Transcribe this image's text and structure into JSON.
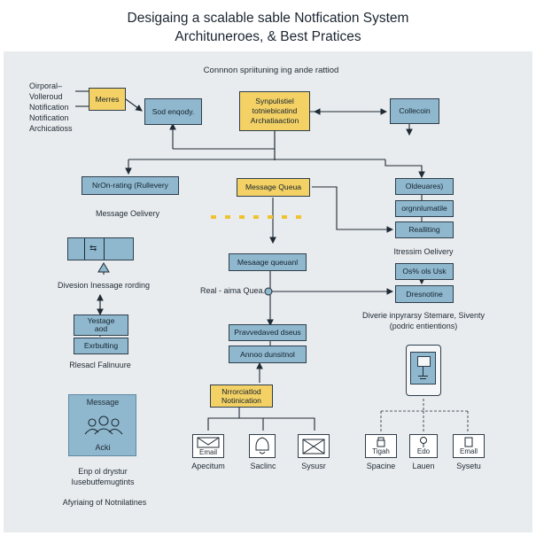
{
  "header": {
    "title_line1": "Desigaing a scalable sable Notfication System",
    "title_line2": "Archituneroes, & Best Pratices"
  },
  "labels": {
    "section_caption": "Connnon spriituning ing ande rattiod",
    "left_list": [
      "Oirporal–",
      "Volleroud",
      "Notification",
      "Notification",
      "Archicatioss"
    ],
    "message_delivery": "Message Oelivery",
    "diversion_routing": "Divesion Inessage rording",
    "real_time_queue": "Real - aima Quea.",
    "retries_failure": "Rlesacl Falinuure",
    "export_line1": "Enp ol drystur",
    "export_line2": "Iusebutfemugtints",
    "afyraining": "Afyriaing of Notnilatines",
    "stream_delivery": "Itressim Oelivery",
    "diverse_line1": "Diverie inpyrarsy Stemare, Siventy",
    "diverse_line2": "(podric entientions)",
    "channels_left": [
      "Apecitum",
      "Saclinc",
      "Sysusr"
    ],
    "channels_right": [
      "Spacine",
      "Lauen",
      "Sysetu"
    ]
  },
  "nodes": {
    "metrics": "Merres",
    "send_endpoint": "Sod enqody.",
    "synthesis": [
      "Synpulistiel",
      "totniebicatind",
      "Archatiaaction"
    ],
    "collection": "Collecoin",
    "routing": "NrOn-rating (Rullevery",
    "message_queue_main": "Message Queua",
    "odeuaes": "Oldeuares)",
    "orgnnlumatile": "orgnnlumatile",
    "realiting": "Realliting",
    "message_queue": "Mesaage queuanl",
    "os_usk": "Os% ols Usk",
    "dresnothe": "Dresnotine",
    "prevaved": "Pravvedaved dseus",
    "annoo": "Annoo dunsitnol",
    "yestage": [
      "Yestage",
      "aod"
    ],
    "exrbulting": "Exrbulting",
    "normalized": [
      "Nrrorciatlod",
      "Notinication"
    ],
    "message_panel": "Message",
    "ack": "Acki",
    "channel_icon_labels": {
      "email": "Email",
      "tigah": "Tigah",
      "edo": "Edo",
      "email2": "Emall"
    }
  },
  "colors": {
    "blue_node": "#8fb8ce",
    "yellow_node": "#f3d165",
    "panel_bg": "#e9ecee"
  }
}
